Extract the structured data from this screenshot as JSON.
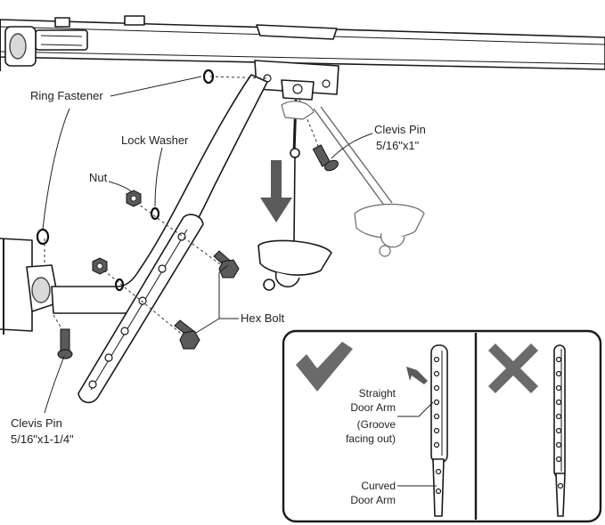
{
  "labels": {
    "ring_fastener": "Ring Fastener",
    "lock_washer": "Lock Washer",
    "nut": "Nut",
    "clevis_pin_top_line1": "Clevis Pin",
    "clevis_pin_top_line2": "5/16\"x1\"",
    "hex_bolt": "Hex Bolt",
    "clevis_pin_bottom_line1": "Clevis Pin",
    "clevis_pin_bottom_line2": "5/16\"x1-1/4\""
  },
  "inset": {
    "straight_arm_line1": "Straight",
    "straight_arm_line2": "Door Arm",
    "straight_arm_line3": "(Groove",
    "straight_arm_line4": "facing out)",
    "curved_arm_line1": "Curved",
    "curved_arm_line2": "Door Arm",
    "correct_icon": "checkmark-icon",
    "incorrect_icon": "x-mark-icon"
  },
  "colors": {
    "line": "#1a1a1a",
    "arrow": "#5a5a5a",
    "ghost": "#6b6b6b"
  }
}
